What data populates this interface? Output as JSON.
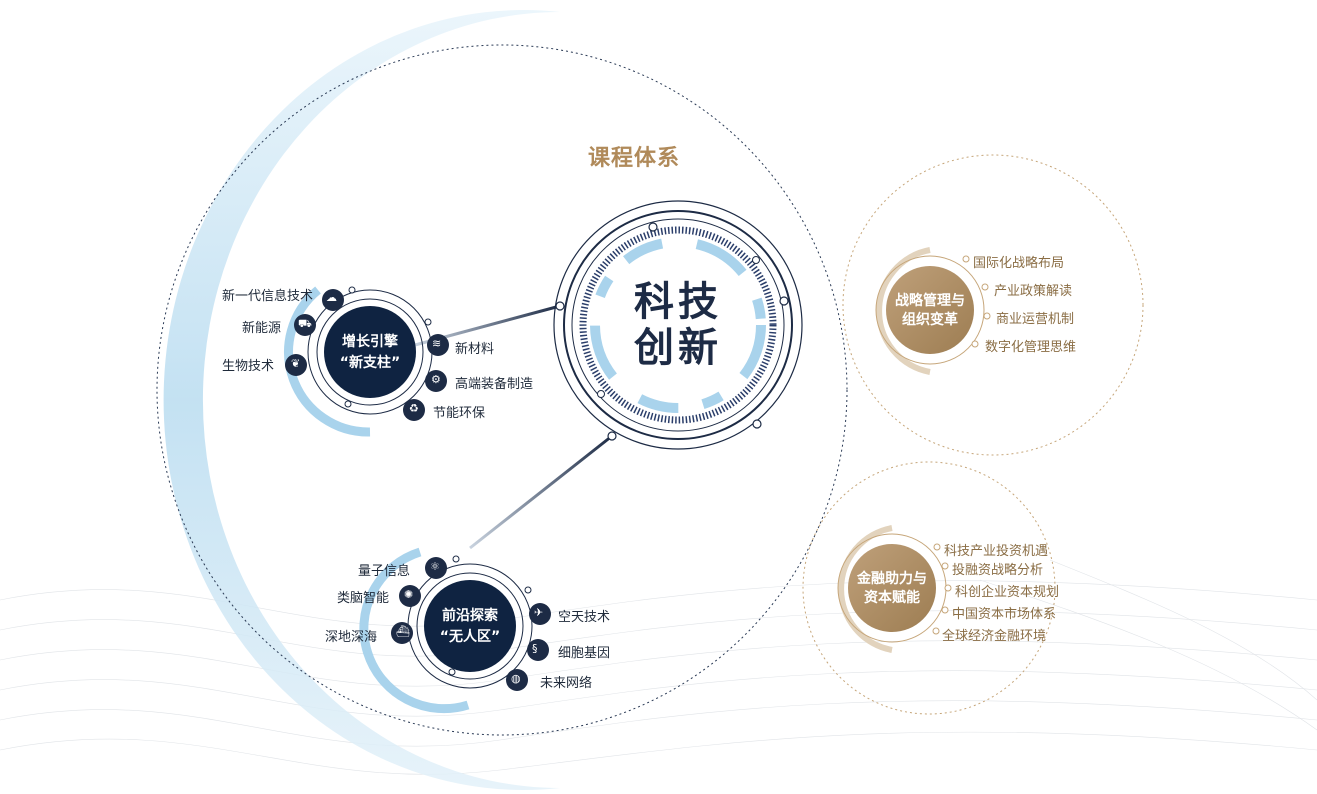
{
  "title": "课程体系",
  "core": {
    "line1": "科技",
    "line2": "创新"
  },
  "growth": {
    "line1": "增长引擎",
    "line2": "“新支柱”",
    "left_items": [
      {
        "label": "新一代信息技术",
        "icon": "cloud-network-icon"
      },
      {
        "label": "新能源",
        "icon": "car-energy-icon"
      },
      {
        "label": "生物技术",
        "icon": "plant-bio-icon"
      }
    ],
    "right_items": [
      {
        "label": "新材料",
        "icon": "material-layers-icon"
      },
      {
        "label": "高端装备制造",
        "icon": "robot-arm-icon"
      },
      {
        "label": "节能环保",
        "icon": "factory-eco-icon"
      }
    ]
  },
  "frontier": {
    "line1": "前沿探索",
    "line2": "“无人区”",
    "left_items": [
      {
        "label": "量子信息",
        "icon": "quantum-icon"
      },
      {
        "label": "类脑智能",
        "icon": "brain-icon"
      },
      {
        "label": "深地深海",
        "icon": "submarine-icon"
      }
    ],
    "right_items": [
      {
        "label": "空天技术",
        "icon": "satellite-icon"
      },
      {
        "label": "细胞基因",
        "icon": "dna-icon"
      },
      {
        "label": "未来网络",
        "icon": "globe-network-icon"
      }
    ]
  },
  "strategy": {
    "line1": "战略管理与",
    "line2": "组织变革",
    "items": [
      "国际化战略布局",
      "产业政策解读",
      "商业运营机制",
      "数字化管理思维"
    ]
  },
  "finance": {
    "line1": "金融助力与",
    "line2": "资本赋能",
    "items": [
      "科技产业投资机遇",
      "投融资战略分析",
      "科创企业资本规划",
      "中国资本市场体系",
      "全球经济金融环境"
    ]
  },
  "colors": {
    "navy": "#0f2341",
    "gold": "#a98a5f",
    "light_blue": "#a9d3ec",
    "text_gold": "#8a6d44"
  }
}
